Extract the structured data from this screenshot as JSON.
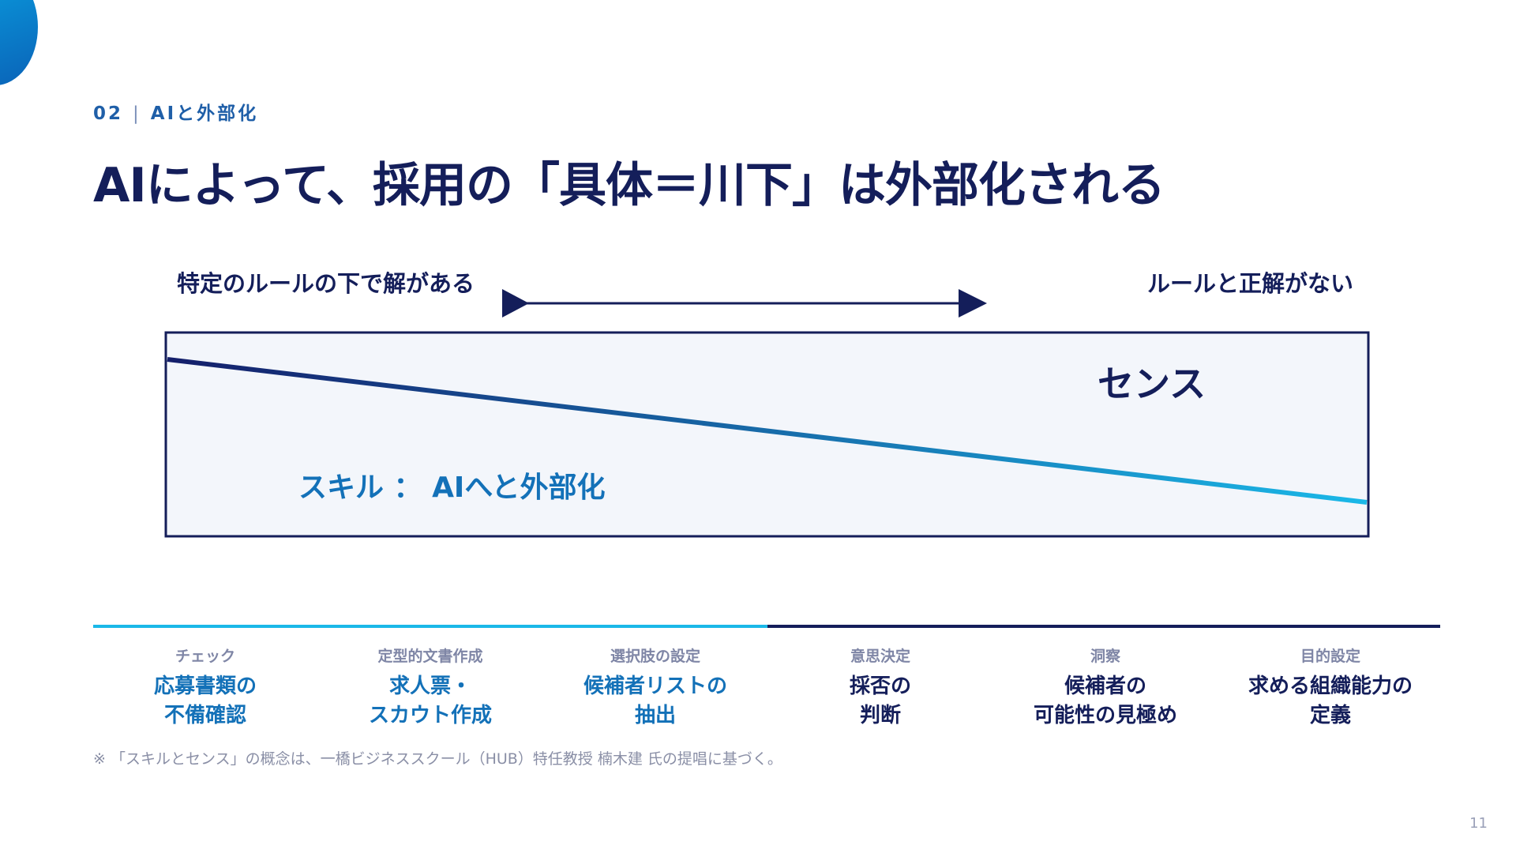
{
  "header": {
    "section_number": "02",
    "section_separator": "|",
    "section_title": "AIと外部化",
    "title": "AIによって、採用の「具体＝川下」は外部化される"
  },
  "diagram": {
    "left_label": "特定のルールの下で解がある",
    "right_label": "ルールと正解がない",
    "sense_label": "センス",
    "skill_label": "スキル ： AIへと外部化",
    "colors": {
      "navy": "#141e5a",
      "cyan": "#1ab8e8",
      "box_fill": "#f3f6fb"
    }
  },
  "steps": [
    {
      "category": "チェック",
      "line1": "応募書類の",
      "line2": "不備確認",
      "side": "skill"
    },
    {
      "category": "定型的文書作成",
      "line1": "求人票・",
      "line2": "スカウト作成",
      "side": "skill"
    },
    {
      "category": "選択肢の設定",
      "line1": "候補者リストの",
      "line2": "抽出",
      "side": "skill"
    },
    {
      "category": "意思決定",
      "line1": "採否の",
      "line2": "判断",
      "side": "sense"
    },
    {
      "category": "洞察",
      "line1": "候補者の",
      "line2": "可能性の見極め",
      "side": "sense"
    },
    {
      "category": "目的設定",
      "line1": "求める組織能力の",
      "line2": "定義",
      "side": "sense"
    }
  ],
  "footnote": "※ 「スキルとセンス」の概念は、一橋ビジネススクール（HUB）特任教授 楠木建 氏の提唱に基づく。",
  "page_number": "11"
}
